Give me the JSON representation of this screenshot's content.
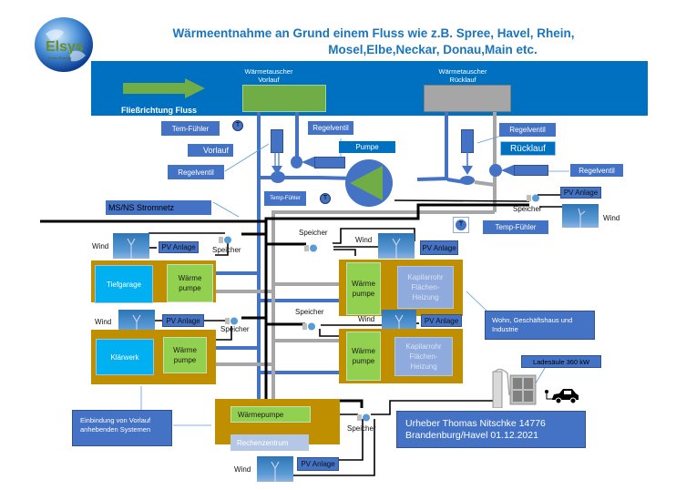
{
  "header": {
    "title_line1": "Wärmeentnahme an Grund einem Fluss wie z.B. Spree, Havel, Rhein,",
    "title_line2": "Mosel,Elbe,Neckar, Donau,Main etc.",
    "logo_text": "Elsys",
    "logo_subtext": "Green Energy"
  },
  "river": {
    "flow_label": "Fließrichtung Fluss",
    "hx_forward_label_1": "Wärmetauscher",
    "hx_forward_label_2": "Vorlauf",
    "hx_return_label_1": "Wärmetauscher",
    "hx_return_label_2": "Rücklauf"
  },
  "labels": {
    "temp_sensor_1": "Tem-Fühler",
    "forward": "Vorlauf",
    "control_valve_left": "Regelventil",
    "control_valve_top": "Regelventil",
    "pump": "Pumpe",
    "temp_sensor_2": "Temp-Fühler",
    "grid": "MS/NS Stromnetz",
    "control_valve_right_top": "Regelventil",
    "return": "Rücklauf",
    "control_valve_right": "Regelventil",
    "temp_sensor_3": "Temp-Fühler",
    "sensor_symbol": "T",
    "residential": "Wohn, Geschäftshaus und Industrie",
    "charger": "Ladesäule 360 kW",
    "integration": "Einbindung von Vorlauf anhebenden Systemen",
    "author_line1": "Urheber Thomas Nitschke 14776",
    "author_line2": "Brandenburg/Havel 01.12.2021"
  },
  "consumers": {
    "garage": "Tiefgarage",
    "treatment": "Klärwerk",
    "heatpump_line1": "Wärme",
    "heatpump_line2": "pumpe",
    "capillary_line1": "Kapilarrohr",
    "capillary_line2": "Flächen-",
    "capillary_line3": "Heizung",
    "dc_heatpump": "Wärmepumpe",
    "datacenter": "Rechenzentrum"
  },
  "energy": {
    "wind": "Wind",
    "pv": "PV Anlage",
    "storage": "Speicher"
  },
  "colors": {
    "title": "#1b75bc",
    "river": "#0070c0",
    "forward_pipe": "#4472c4",
    "return_pipe": "#a6a6a6",
    "heatpump": "#92d050",
    "building": "#bf8f00",
    "power_line": "#000000"
  }
}
